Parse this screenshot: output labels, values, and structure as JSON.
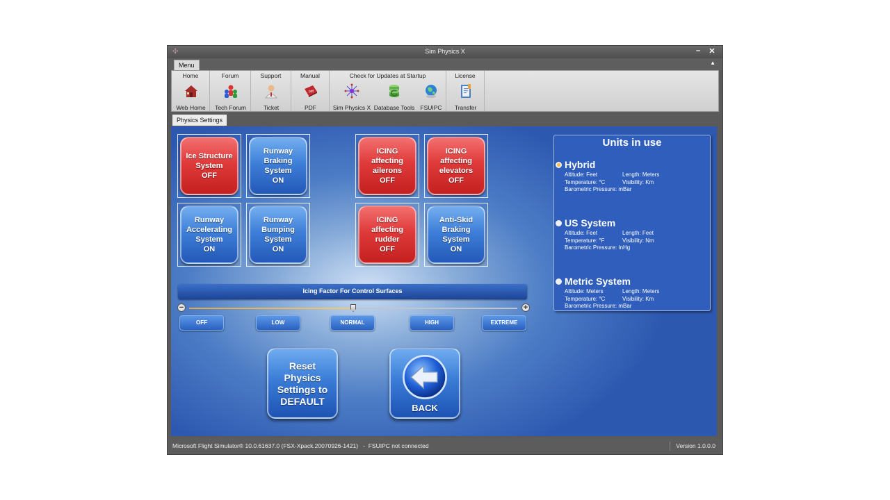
{
  "window": {
    "title": "Sim Physics X",
    "minimize_label": "–",
    "close_label": "✕",
    "app_icon": "app-icon"
  },
  "menu": {
    "tab_label": "Menu",
    "collapse_label": "▲"
  },
  "ribbon": {
    "groups": [
      {
        "title": "Home",
        "buttons": [
          {
            "label": "Web Home",
            "icon": "home-icon"
          }
        ]
      },
      {
        "title": "Forum",
        "buttons": [
          {
            "label": "Tech Forum",
            "icon": "people-icon"
          }
        ]
      },
      {
        "title": "Support",
        "buttons": [
          {
            "label": "Ticket",
            "icon": "person-icon"
          }
        ]
      },
      {
        "title": "Manual",
        "buttons": [
          {
            "label": "PDF",
            "icon": "pdf-icon"
          }
        ]
      },
      {
        "title": "Check for Updates at Startup",
        "buttons": [
          {
            "label": "Sim Physics X",
            "icon": "network-icon"
          },
          {
            "label": "Database Tools",
            "icon": "database-icon"
          },
          {
            "label": "FSUIPC",
            "icon": "globe-icon"
          }
        ]
      },
      {
        "title": "License",
        "buttons": [
          {
            "label": "Transfer",
            "icon": "clipboard-icon"
          }
        ]
      }
    ]
  },
  "tab": {
    "label": "Physics Settings"
  },
  "toggles": [
    {
      "text": "Ice Structure\nSystem\nOFF",
      "state": "OFF"
    },
    {
      "text": "Runway\nBraking\nSystem\nON",
      "state": "ON"
    },
    {
      "text": "Runway\nAccelerating\nSystem\nON",
      "state": "ON"
    },
    {
      "text": "Runway\nBumping\nSystem\nON",
      "state": "ON"
    },
    {
      "text": "ICING\naffecting\nailerons\nOFF",
      "state": "OFF"
    },
    {
      "text": "ICING\naffecting\nelevators\nOFF",
      "state": "OFF"
    },
    {
      "text": "ICING\naffecting\nrudder\nOFF",
      "state": "OFF"
    },
    {
      "text": "Anti-Skid\nBraking\nSystem\nON",
      "state": "ON"
    }
  ],
  "icing": {
    "title": "Icing Factor For Control Surfaces",
    "minus_label": "−",
    "plus_label": "+",
    "level_fraction": 0.5,
    "levels": [
      "OFF",
      "LOW",
      "NORMAL",
      "HIGH",
      "EXTREME"
    ]
  },
  "actions": {
    "reset_label": "Reset\nPhysics\nSettings to\nDEFAULT",
    "back_label": "BACK"
  },
  "units": {
    "title": "Units in use",
    "systems": [
      {
        "name": "Hybrid",
        "selected": true,
        "details": [
          [
            "Altitude: Feet",
            "Length: Meters"
          ],
          [
            "Temperature: °C",
            "Visibility: Km"
          ],
          [
            "Barometric Pressure: mBar",
            ""
          ]
        ]
      },
      {
        "name": "US System",
        "selected": false,
        "details": [
          [
            "Altitude: Feet",
            "Length: Feet"
          ],
          [
            "Temperature: °F",
            "Visibility: Nm"
          ],
          [
            "Barometric Pressure: InHg",
            ""
          ]
        ]
      },
      {
        "name": "Metric System",
        "selected": false,
        "details": [
          [
            "Altitude: Meters",
            "Length: Meters"
          ],
          [
            "Temperature: °C",
            "Visibility: Km"
          ],
          [
            "Barometric Pressure: mBar",
            ""
          ]
        ]
      }
    ]
  },
  "status": {
    "left": "Microsoft Flight Simulator® 10.0.61637.0 (FSX-Xpack.20070926-1421)   -  FSUIPC not connected",
    "version": "Version 1.0.0.0"
  },
  "colors": {
    "toggle_off": "#df3a3a",
    "toggle_on": "#3e7fd8",
    "panel": "#2f5ebc",
    "selected_radio": "#f5c34d"
  }
}
